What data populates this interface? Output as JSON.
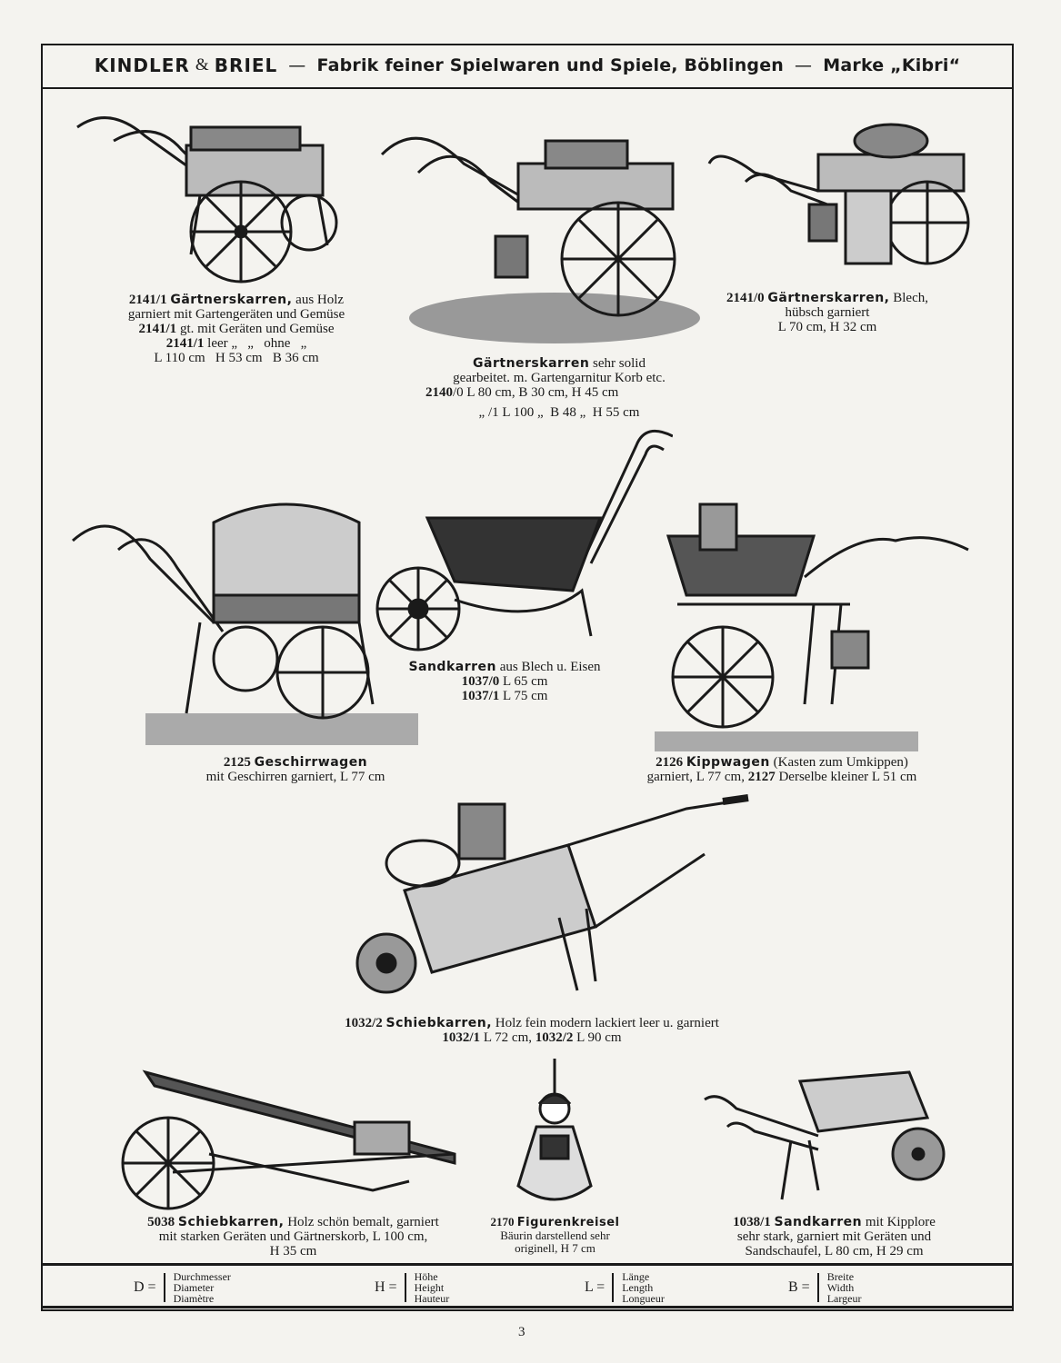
{
  "header": {
    "brand": "KINDLER",
    "amp": "&",
    "brand2": "BRIEL",
    "dash1": "—",
    "subtitle": "Fabrik feiner Spielwaren und Spiele, Böblingen",
    "dash2": "—",
    "mark": "Marke „Kibri“"
  },
  "items": [
    {
      "lines": [
        {
          "num": "2141/1",
          "name": "Gärtnerskarren,",
          "text": "aus Holz"
        },
        {
          "text": "garniert mit Gartengeräten und Gemüse"
        },
        {
          "num": "2141/1",
          "text": "gt. mit Geräten und Gemüse"
        },
        {
          "num": "2141/1",
          "text": "leer „   „   ohne   „"
        },
        {
          "text": "L 110 cm   H 53 cm   B 36 cm"
        }
      ]
    },
    {
      "lines": [
        {
          "name": "Gärtnerskarren",
          "text": "sehr solid"
        },
        {
          "text": "gearbeitet. m. Gartengarnitur Korb etc."
        },
        {
          "num": "2140",
          "text": "/0 L 80 cm, B 30 cm, H 45 cm"
        },
        {
          "text": "„ /1 L 100 „  B 48 „  H 55 cm"
        }
      ]
    },
    {
      "lines": [
        {
          "num": "2141/0",
          "name": "Gärtnerskarren,",
          "text": "Blech,"
        },
        {
          "text": "hübsch garniert"
        },
        {
          "text": "L 70 cm, H 32 cm"
        }
      ]
    },
    {
      "lines": [
        {
          "name": "Sandkarren",
          "text": "aus Blech u. Eisen"
        },
        {
          "num": "1037/0",
          "text": "L 65 cm"
        },
        {
          "num": "1037/1",
          "text": "L 75 cm"
        }
      ]
    },
    {
      "lines": [
        {
          "num": "2125",
          "name": "Geschirrwagen"
        },
        {
          "text": "mit Geschirren garniert, L 77 cm"
        }
      ]
    },
    {
      "lines": [
        {
          "num": "2126",
          "name": "Kippwagen",
          "text": "(Kasten zum Umkippen)"
        },
        {
          "text": "garniert, L 77 cm,",
          "num": "2127",
          "text2": "Derselbe kleiner L 51 cm"
        }
      ]
    },
    {
      "lines": [
        {
          "num": "1032/2",
          "name": "Schiebkarren,",
          "text": "Holz fein modern lackiert leer u. garniert"
        },
        {
          "num": "1032/1",
          "text": "L 72 cm,",
          "num2": "1032/2",
          "text2": "L 90 cm"
        }
      ]
    },
    {
      "lines": [
        {
          "num": "5038",
          "name": "Schiebkarren,",
          "text": "Holz schön bemalt, garniert"
        },
        {
          "text": "mit starken Geräten und Gärtnerskorb, L 100 cm,"
        },
        {
          "text": "H 35 cm"
        }
      ]
    },
    {
      "lines": [
        {
          "num": "2170",
          "name": "Figurenkreisel"
        },
        {
          "text": "Bäurin darstellend sehr"
        },
        {
          "text": "originell, H 7 cm"
        }
      ]
    },
    {
      "lines": [
        {
          "num": "1038/1",
          "name": "Sandkarren",
          "text": "mit Kipplore"
        },
        {
          "text": "sehr stark, garniert mit Geräten und"
        },
        {
          "text": "Sandschaufel, L 80 cm, H 29 cm"
        }
      ]
    }
  ],
  "legend": [
    {
      "key": "D =",
      "words": [
        "Durchmesser",
        "Diameter",
        "Diamètre"
      ]
    },
    {
      "key": "H =",
      "words": [
        "Höhe",
        "Height",
        "Hauteur"
      ]
    },
    {
      "key": "L =",
      "words": [
        "Länge",
        "Length",
        "Longueur"
      ]
    },
    {
      "key": "B =",
      "words": [
        "Breite",
        "Width",
        "Largeur"
      ]
    }
  ],
  "page_number": "3"
}
